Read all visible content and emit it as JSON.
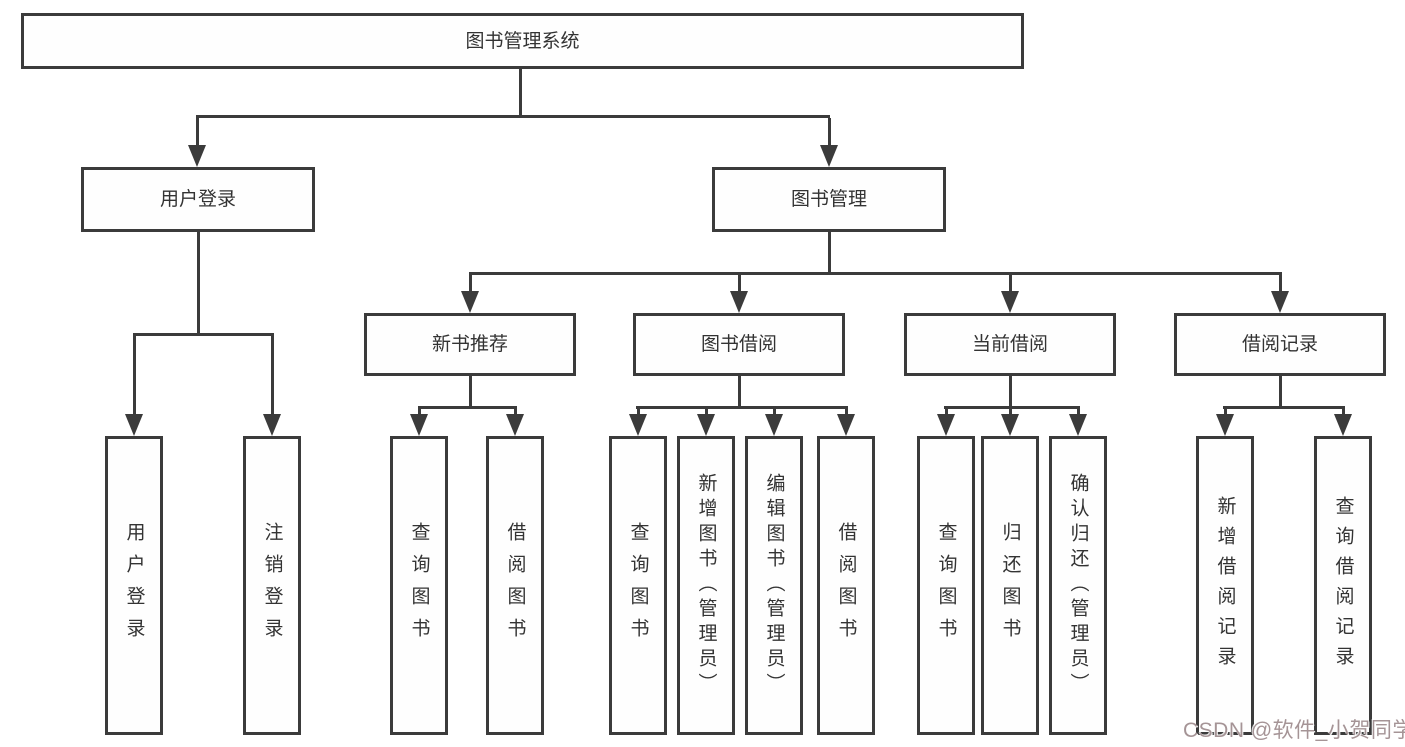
{
  "colors": {
    "line": "#3b3b3b",
    "box_border": "#3b3b3b",
    "box_fill": "#fefefe",
    "text": "#333333",
    "background": "#ffffff",
    "watermark_text": "#a59496"
  },
  "root": {
    "label": "图书管理系统"
  },
  "branches": [
    {
      "label": "用户登录"
    },
    {
      "label": "图书管理"
    }
  ],
  "sections": [
    {
      "label": "新书推荐",
      "parent": "图书管理"
    },
    {
      "label": "图书借阅",
      "parent": "图书管理"
    },
    {
      "label": "当前借阅",
      "parent": "图书管理"
    },
    {
      "label": "借阅记录",
      "parent": "图书管理"
    }
  ],
  "leaves": [
    {
      "label": "用户登录",
      "parent": "用户登录"
    },
    {
      "label": "注销登录",
      "parent": "用户登录"
    },
    {
      "label": "查询图书",
      "parent": "新书推荐"
    },
    {
      "label": "借阅图书",
      "parent": "新书推荐"
    },
    {
      "label": "查询图书",
      "parent": "图书借阅"
    },
    {
      "label": "新增图书（管理员）",
      "parent": "图书借阅"
    },
    {
      "label": "编辑图书（管理员）",
      "parent": "图书借阅"
    },
    {
      "label": "借阅图书",
      "parent": "图书借阅"
    },
    {
      "label": "查询图书",
      "parent": "当前借阅"
    },
    {
      "label": "归还图书",
      "parent": "当前借阅"
    },
    {
      "label": "确认归还（管理员）",
      "parent": "当前借阅"
    },
    {
      "label": "新增借阅记录",
      "parent": "借阅记录"
    },
    {
      "label": "查询借阅记录",
      "parent": "借阅记录"
    }
  ],
  "watermark": {
    "text": "CSDN @软件_小贺同学"
  }
}
